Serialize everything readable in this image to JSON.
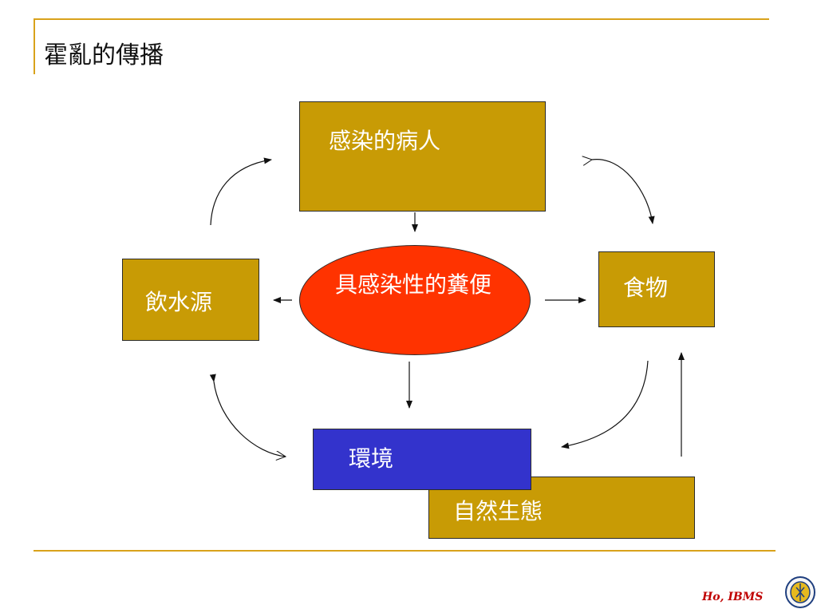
{
  "slide": {
    "title": "霍亂的傳播"
  },
  "diagram": {
    "nodes": {
      "patient": "感染的病人",
      "feces": "具感染性的糞便",
      "water": "飲水源",
      "food": "食物",
      "environment": "環境",
      "ecology": "自然生態"
    }
  },
  "footer": {
    "credit": "Ho, IBMS"
  },
  "colors": {
    "rule": "#d9a21b",
    "box_gold": "#c89b05",
    "oval_red": "#ff3300",
    "box_blue": "#3333cc",
    "credit_red": "#c00000"
  },
  "icons": {
    "seal": "institution-seal-icon"
  }
}
